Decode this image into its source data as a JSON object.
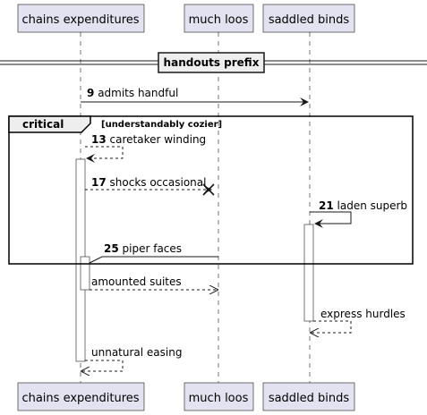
{
  "participants": [
    {
      "id": "p1",
      "label": "chains expenditures"
    },
    {
      "id": "p2",
      "label": "much loos"
    },
    {
      "id": "p3",
      "label": "saddled binds"
    }
  ],
  "separator": {
    "label": "handouts prefix"
  },
  "critical": {
    "keyword": "critical",
    "condition": "[understandably cozier]"
  },
  "messages": [
    {
      "num": "9",
      "text": "admits handful"
    },
    {
      "num": "13",
      "text": "caretaker winding"
    },
    {
      "num": "17",
      "text": "shocks occasional"
    },
    {
      "num": "21",
      "text": "laden superb"
    },
    {
      "num": "25",
      "text": "piper faces"
    },
    {
      "num": "",
      "text": "amounted suites"
    },
    {
      "num": "",
      "text": "express hurdles"
    },
    {
      "num": "",
      "text": "unnatural easing"
    }
  ],
  "colors": {
    "participant_fill": "#E2E2F0",
    "participant_border": "#181818",
    "lifeline": "#181818",
    "activation_fill": "#FFFFFF",
    "frame_header_fill": "#EEEEEE"
  }
}
